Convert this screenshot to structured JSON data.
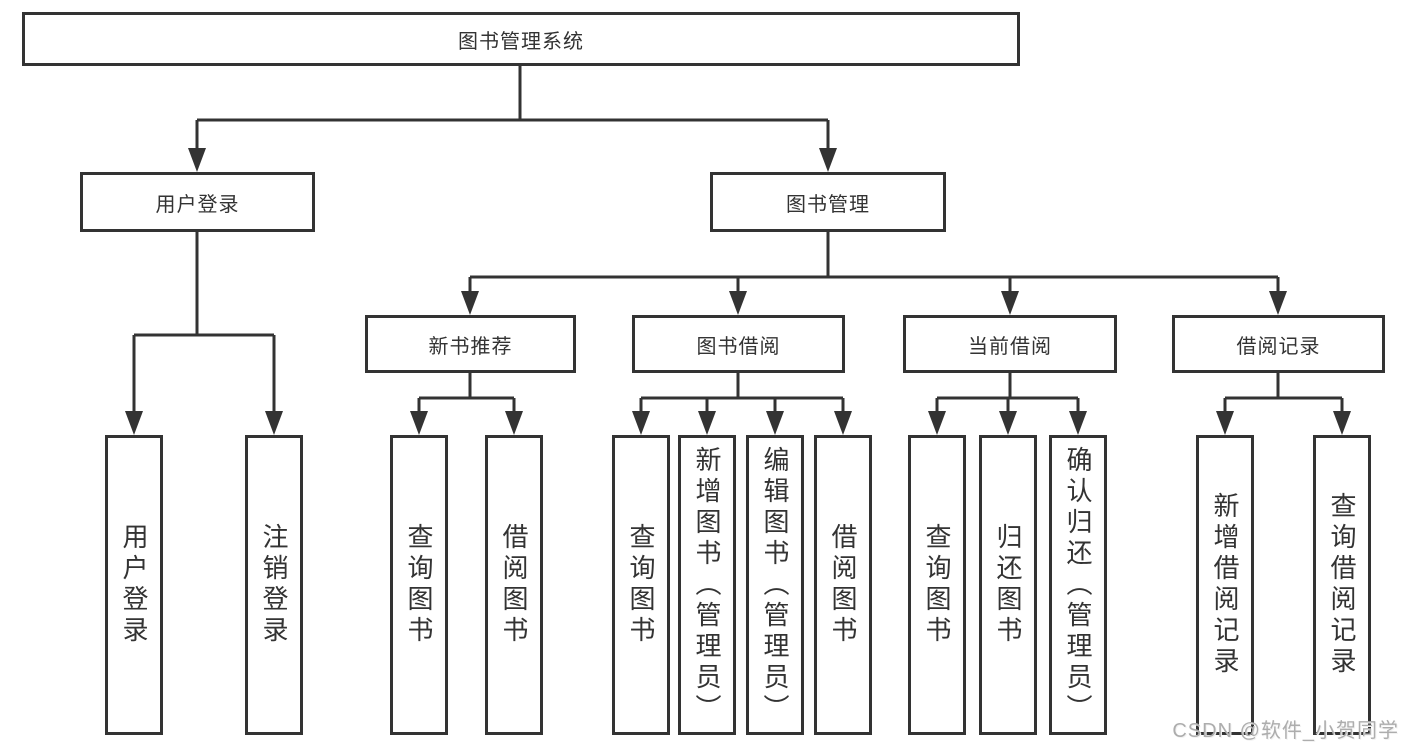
{
  "tree": {
    "root": "图书管理系统",
    "branches": [
      "用户登录",
      "图书管理"
    ],
    "sections": [
      "新书推荐",
      "图书借阅",
      "当前借阅",
      "借阅记录"
    ],
    "leaves": [
      "用户登录",
      "注销登录",
      "查询图书",
      "借阅图书",
      "查询图书",
      "新增图书（管理员）",
      "编辑图书（管理员）",
      "借阅图书",
      "查询图书",
      "归还图书",
      "确认归还（管理员）",
      "新增借阅记录",
      "查询借阅记录"
    ]
  },
  "watermark": "CSDN @软件_小贺同学",
  "colors": {
    "line": "#333333",
    "text": "#333333",
    "background": "#ffffff",
    "watermark": "#adadad"
  }
}
